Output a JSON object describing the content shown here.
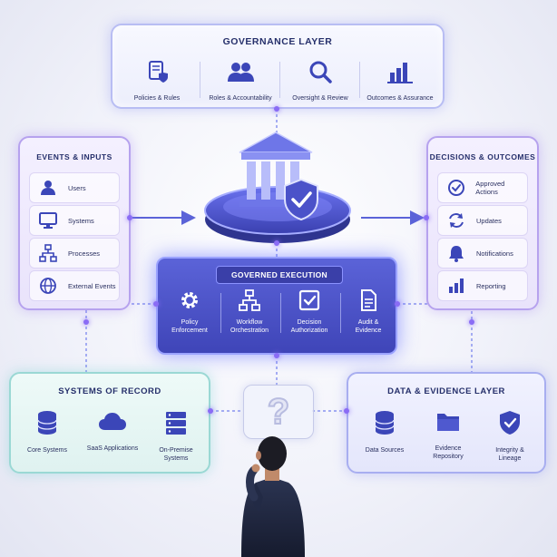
{
  "governance": {
    "title": "GOVERNANCE LAYER",
    "items": [
      {
        "label": "Policies & Rules",
        "icon": "policy-document-icon"
      },
      {
        "label": "Roles & Accountability",
        "icon": "users-icon"
      },
      {
        "label": "Oversight & Review",
        "icon": "magnifier-icon"
      },
      {
        "label": "Outcomes & Assurance",
        "icon": "bar-chart-icon"
      }
    ]
  },
  "events": {
    "title": "EVENTS & INPUTS",
    "items": [
      {
        "label": "Users",
        "icon": "user-icon"
      },
      {
        "label": "Systems",
        "icon": "monitor-icon"
      },
      {
        "label": "Processes",
        "icon": "process-flow-icon"
      },
      {
        "label": "External Events",
        "icon": "globe-icon"
      }
    ]
  },
  "decisions": {
    "title": "DECISIONS & OUTCOMES",
    "items": [
      {
        "label": "Approved Actions",
        "icon": "check-circle-icon"
      },
      {
        "label": "Updates",
        "icon": "refresh-icon"
      },
      {
        "label": "Notifications",
        "icon": "bell-icon"
      },
      {
        "label": "Reporting",
        "icon": "bar-chart-icon"
      }
    ]
  },
  "execution": {
    "title": "GOVERNED EXECUTION",
    "items": [
      {
        "label": "Policy\nEnforcement",
        "icon": "gear-icon"
      },
      {
        "label": "Workflow\nOrchestration",
        "icon": "workflow-icon"
      },
      {
        "label": "Decision\nAuthorization",
        "icon": "checkbox-icon"
      },
      {
        "label": "Audit &\nEvidence",
        "icon": "document-icon"
      }
    ]
  },
  "records": {
    "title": "SYSTEMS OF RECORD",
    "items": [
      {
        "label": "Core Systems",
        "icon": "database-icon"
      },
      {
        "label": "SaaS Applications",
        "icon": "cloud-icon"
      },
      {
        "label": "On-Premise\nSystems",
        "icon": "server-icon"
      }
    ]
  },
  "evidence": {
    "title": "DATA & EVIDENCE LAYER",
    "items": [
      {
        "label": "Data Sources",
        "icon": "database-icon"
      },
      {
        "label": "Evidence\nRepository",
        "icon": "folder-icon"
      },
      {
        "label": "Integrity &\nLineage",
        "icon": "shield-check-icon"
      }
    ]
  },
  "center_question": "?",
  "colors": {
    "accent": "#5b63d8",
    "purple": "#8a6cf5",
    "teal": "#9ad8d4",
    "navy": "#26306b"
  }
}
